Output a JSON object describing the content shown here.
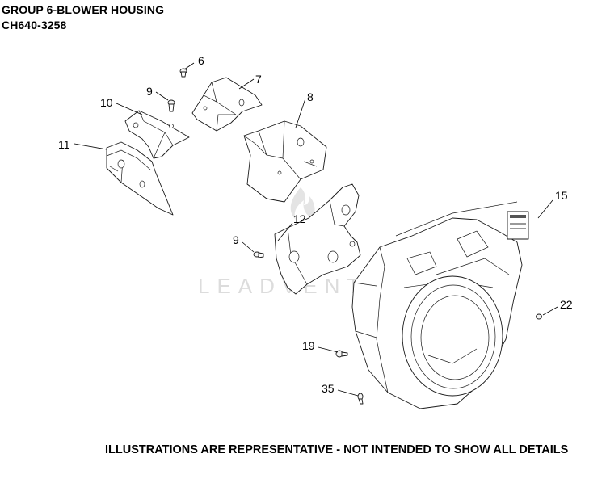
{
  "header": {
    "line1": "GROUP 6-BLOWER HOUSING",
    "line2": "CH640-3258"
  },
  "footer": {
    "note": "ILLUSTRATIONS ARE REPRESENTATIVE - NOT INTENDED TO SHOW ALL DETAILS"
  },
  "watermark": {
    "text": "LEADVENTURE"
  },
  "callouts": {
    "c6": "6",
    "c7": "7",
    "c8": "8",
    "c9a": "9",
    "c9b": "9",
    "c10": "10",
    "c11": "11",
    "c12": "12",
    "c15": "15",
    "c19": "19",
    "c22": "22",
    "c35": "35"
  }
}
